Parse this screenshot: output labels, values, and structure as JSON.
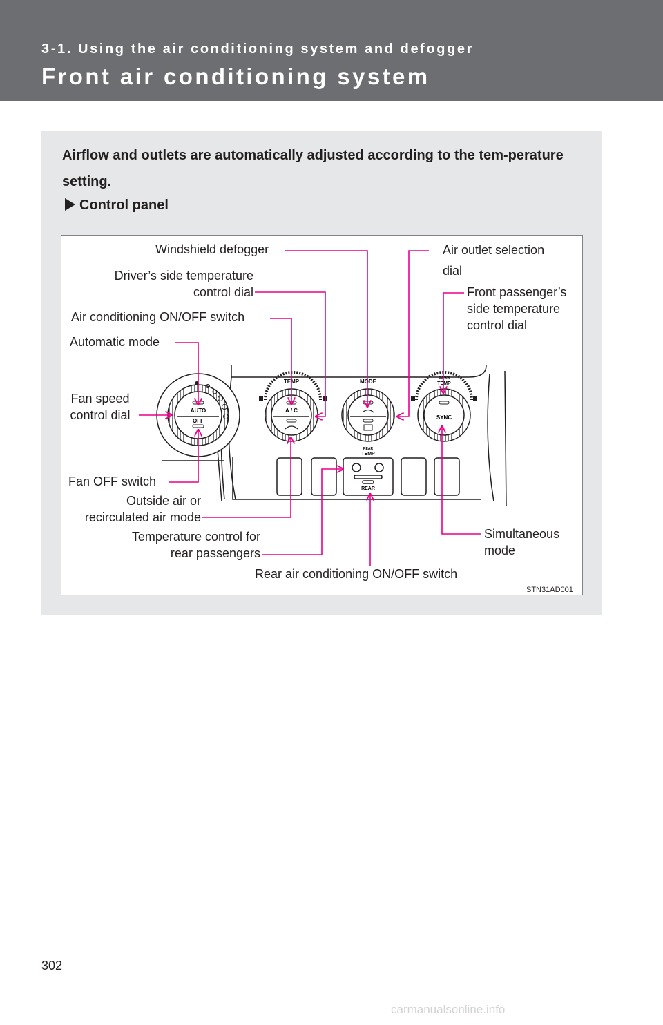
{
  "header": {
    "section": "3-1. Using the air conditioning system and defogger",
    "title": "Front air conditioning system"
  },
  "intro": "Airflow and outlets are automatically adjusted according to the tem-perature setting.",
  "subhead": "Control panel",
  "figure": {
    "code": "STN31AD001",
    "labels": {
      "windshield_defogger": "Windshield defogger",
      "air_outlet": "Air outlet selection dial",
      "driver_temp": "Driver’s side temperature control dial",
      "front_passenger_temp": "Front passenger’s side temperature control dial",
      "ac_switch": "Air conditioning ON/OFF switch",
      "automatic_mode": "Automatic mode",
      "fan_speed": "Fan speed control dial",
      "fan_off": "Fan OFF switch",
      "outside_recirc": "Outside air or recirculated air mode",
      "rear_temp": "Temperature control for rear passengers",
      "simultaneous": "Simultaneous mode",
      "rear_ac": "Rear air conditioning ON/OFF switch"
    },
    "panel_text": {
      "auto": "AUTO",
      "off": "OFF",
      "temp": "TEMP",
      "ac": "A / C",
      "mode": "MODE",
      "pass": "PASS",
      "sync": "SYNC",
      "rear": "REAR"
    },
    "colors": {
      "leader": "#ec008c",
      "line": "#231f20"
    }
  },
  "page_number": "302",
  "watermark": "carmanualsonline.info"
}
